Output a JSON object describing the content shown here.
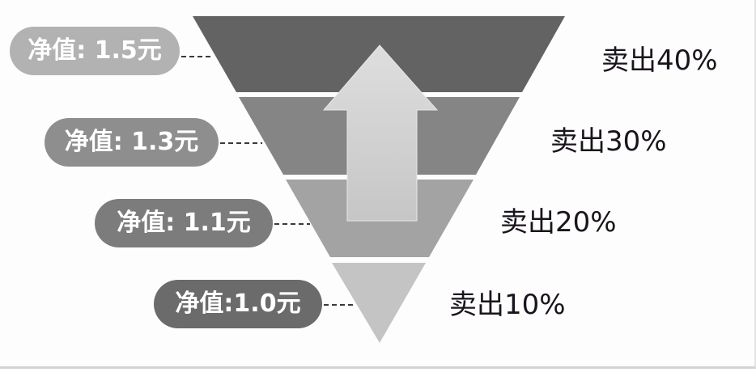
{
  "diagram": {
    "type": "inverted-funnel",
    "arrow_direction": "up",
    "colors": {
      "background": "#fdfdfd",
      "segment_1": "#636363",
      "segment_2": "#858585",
      "segment_3": "#a3a3a3",
      "segment_4": "#c4c4c4",
      "arrow": "#d6d6d6",
      "pill_1": "#b2b2b2",
      "pill_2": "#8e8e8e",
      "pill_3": "#7c7c7c",
      "pill_4": "#6b6b6b",
      "sell_text": "#1a141c"
    },
    "levels": [
      {
        "nav_label": "净值: 1.5元",
        "sell_label": "卖出40%"
      },
      {
        "nav_label": "净值: 1.3元",
        "sell_label": "卖出30%"
      },
      {
        "nav_label": "净值: 1.1元",
        "sell_label": "卖出20%"
      },
      {
        "nav_label": "净值:1.0元",
        "sell_label": "卖出10%"
      }
    ]
  }
}
